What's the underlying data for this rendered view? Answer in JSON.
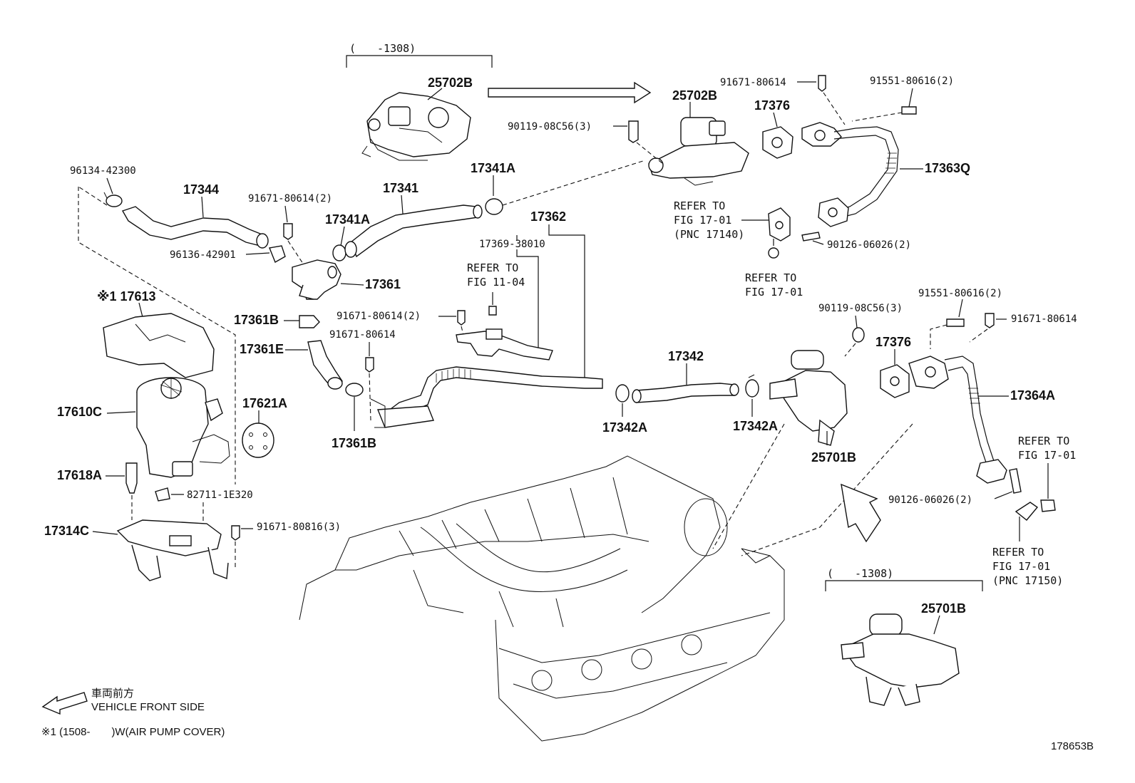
{
  "labels": {
    "range1_top": "(　　-1308)",
    "p25702B_a": "25702B",
    "p25702B_b": "25702B",
    "p91671_80614_top": "91671-80614",
    "p91551_80616_top": "91551-80616(2)",
    "p17376_top": "17376",
    "p90119_08C56_top": "90119-08C56(3)",
    "p17363Q": "17363Q",
    "refer_fig1701_a_1": "REFER TO",
    "refer_fig1701_a_2": "FIG 17-01",
    "refer_fig1701_a_3": "(PNC 17140)",
    "p90126_06026_top": "90126-06026(2)",
    "refer_fig1701_b_1": "REFER TO",
    "refer_fig1701_b_2": "FIG 17-01",
    "p96134_42300": "96134-42300",
    "p17344": "17344",
    "p91671_80614_2": "91671-80614(2)",
    "p17341": "17341",
    "p17341A_top": "17341A",
    "p17341A_mid": "17341A",
    "p17362": "17362",
    "p17369_38010": "17369-38010",
    "refer_fig1104_1": "REFER TO",
    "refer_fig1104_2": "FIG 11-04",
    "p96136_42901": "96136-42901",
    "p17361": "17361",
    "p17613": "※1 17613",
    "p17361B_top": "17361B",
    "p91671_80614_2b": "91671-80614(2)",
    "p91671_80614_c": "91671-80614",
    "p17361E": "17361E",
    "p90119_08C56_mid": "90119-08C56(3)",
    "p91551_80616_mid": "91551-80616(2)",
    "p91671_80614_right": "91671-80614",
    "p17376_mid": "17376",
    "p17342": "17342",
    "p17364A": "17364A",
    "p17610C": "17610C",
    "p17621A": "17621A",
    "p17342A_left": "17342A",
    "p17342A_right": "17342A",
    "p17361B_bottom": "17361B",
    "p25701B_a": "25701B",
    "refer_fig1701_c_1": "REFER TO",
    "refer_fig1701_c_2": "FIG 17-01",
    "p17618A": "17618A",
    "p82711_1E320": "82711-1E320",
    "p90126_06026_bottom": "90126-06026(2)",
    "p17314C": "17314C",
    "p91671_80816": "91671-80816(3)",
    "refer_fig1701_d_1": "REFER TO",
    "refer_fig1701_d_2": "FIG 17-01",
    "refer_fig1701_d_3": "(PNC 17150)",
    "range1_bottom": "(　　-1308)",
    "p25701B_b": "25701B",
    "vehicle_front_jp": "車両前方",
    "vehicle_front_en": "VEHICLE FRONT SIDE",
    "footnote": "※1 (1508-　　)W(AIR PUMP COVER)",
    "figure_id": "178653B"
  }
}
